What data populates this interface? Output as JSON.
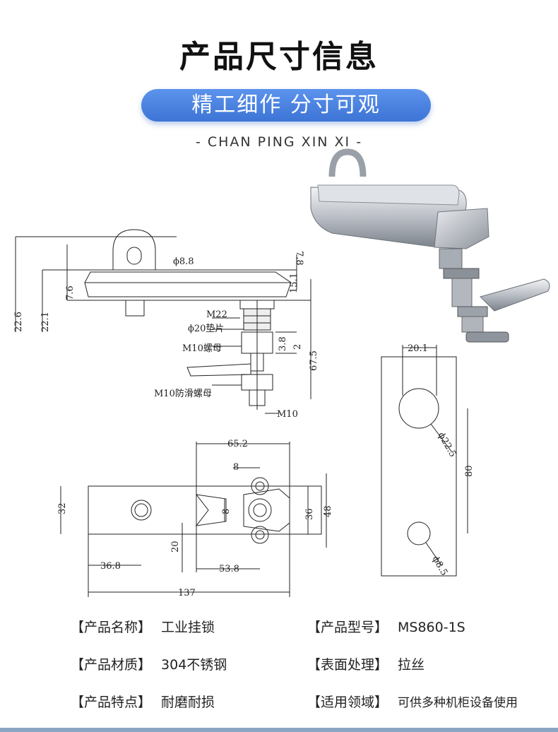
{
  "header": {
    "title": "产品尺寸信息",
    "slogan": "精工细作 分寸可观",
    "subtitle": "- CHAN PING XIN XI -"
  },
  "drawing": {
    "side_view": {
      "d1": "ϕ8.8",
      "d2": "7.8",
      "d3": "22.6",
      "d4": "22.1",
      "d5": "7.6",
      "d6": "15.1",
      "d7": "M22",
      "d8": "ϕ20垫片",
      "d9": "M10螺母",
      "d10": "3.8",
      "d11": "2",
      "d12": "67.5",
      "d13": "M10防滑螺母",
      "d14": "M10"
    },
    "top_view": {
      "d1": "65.2",
      "d2": "8",
      "d3": "32",
      "d4": "8",
      "d5": "36",
      "d6": "48",
      "d7": "20",
      "d8": "36.8",
      "d9": "53.8",
      "d10": "137"
    },
    "back_view": {
      "d1": "20.1",
      "d2": "ϕ22.5",
      "d3": "80",
      "d4": "ϕ8.5"
    }
  },
  "specs": [
    {
      "label": "【产品名称】",
      "value": "工业挂锁"
    },
    {
      "label": "【产品型号】",
      "value": "MS860-1S"
    },
    {
      "label": "【产品材质】",
      "value": "304不锈钢"
    },
    {
      "label": "【表面处理】",
      "value": "拉丝"
    },
    {
      "label": "【产品特点】",
      "value": "耐磨耐损"
    },
    {
      "label": "【适用领域】",
      "value": "可供多种机柜设备使用"
    }
  ]
}
